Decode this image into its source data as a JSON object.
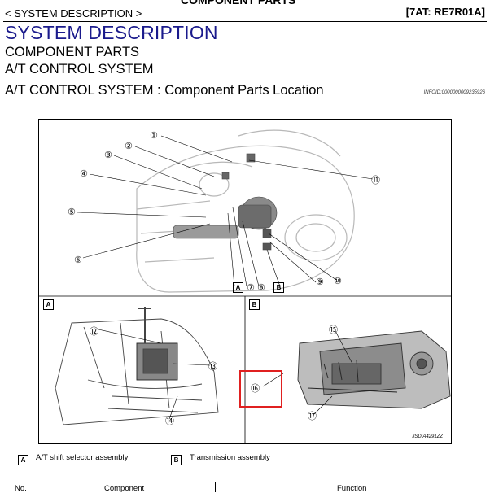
{
  "header": {
    "breadcrumb": "< SYSTEM DESCRIPTION >",
    "section_title": "COMPONENT PARTS",
    "manual_code": "[7AT: RE7R01A]"
  },
  "titles": {
    "main": "SYSTEM DESCRIPTION",
    "sub1": "COMPONENT PARTS",
    "sub2": "A/T CONTROL SYSTEM",
    "sub3": "A/T CONTROL SYSTEM : Component Parts Location"
  },
  "infoid": "INFOID:0000000009235926",
  "figure": {
    "callouts_top": [
      "1",
      "2",
      "3",
      "4",
      "5",
      "6",
      "7",
      "8",
      "9",
      "10",
      "11"
    ],
    "inset_labels": [
      "A",
      "B"
    ],
    "callouts_a": [
      "12",
      "13",
      "14"
    ],
    "callouts_b": [
      "15",
      "16",
      "17"
    ],
    "figure_code": "JSDIA4291ZZ",
    "highlight_color": "#e02020"
  },
  "legend": [
    {
      "key": "A",
      "text": "A/T shift selector assembly"
    },
    {
      "key": "B",
      "text": "Transmission assembly"
    }
  ],
  "table": {
    "columns": [
      "No.",
      "Component",
      "Function"
    ]
  }
}
